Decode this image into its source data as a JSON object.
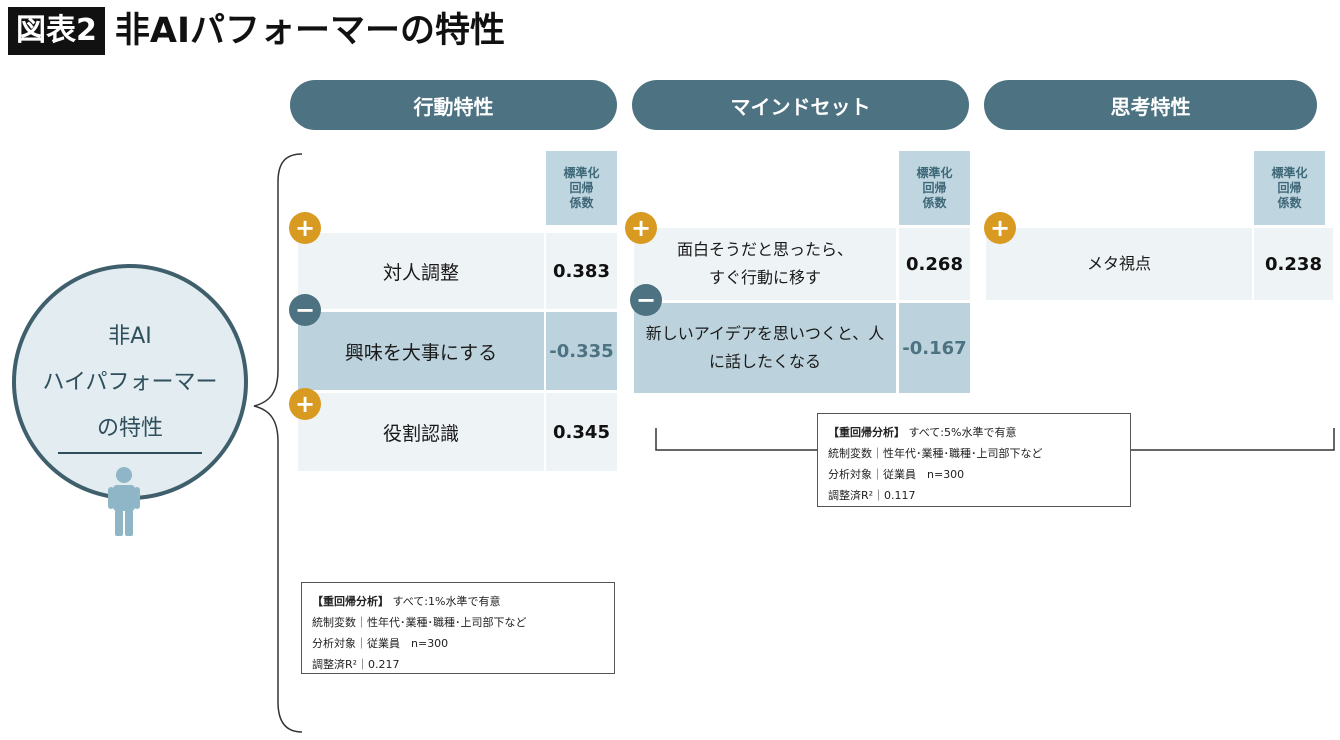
{
  "header": {
    "figure_label": "図表2",
    "title": "非AIパフォーマーの特性"
  },
  "circle": {
    "line1": "非AI",
    "line2": "ハイパフォーマー",
    "line3": "の特性",
    "icon": "person-icon"
  },
  "coef_header": {
    "line1": "標準化",
    "line2": "回帰",
    "line3": "係数"
  },
  "categories": [
    {
      "name": "行動特性",
      "rows": [
        {
          "sign": "+",
          "label": "対人調整",
          "value": "0.383"
        },
        {
          "sign": "−",
          "label": "興味を大事にする",
          "value": "-0.335"
        },
        {
          "sign": "+",
          "label": "役割認識",
          "value": "0.345"
        }
      ]
    },
    {
      "name": "マインドセット",
      "rows": [
        {
          "sign": "+",
          "label_line1": "面白そうだと思ったら、",
          "label_line2": "すぐ行動に移す",
          "value": "0.268"
        },
        {
          "sign": "−",
          "label_line1": "新しいアイデアを思いつくと、人",
          "label_line2": "に話したくなる",
          "value": "-0.167"
        }
      ]
    },
    {
      "name": "思考特性",
      "rows": [
        {
          "sign": "+",
          "label": "メタ視点",
          "value": "0.238"
        }
      ]
    }
  ],
  "notes": [
    {
      "heading": "【重回帰分析】",
      "significance": "すべて:1%水準で有意",
      "controls": "統制変数｜性年代･業種･職種･上司部下など",
      "subjects": "分析対象｜従業員　n=300",
      "r2": "調整済R²｜0.217"
    },
    {
      "heading": "【重回帰分析】",
      "significance": "すべて:5%水準で有意",
      "controls": "統制変数｜性年代･業種･職種･上司部下など",
      "subjects": "分析対象｜従業員　n=300",
      "r2": "調整済R²｜0.117"
    }
  ],
  "colors": {
    "accent": "#4d7282",
    "plus": "#d99a22",
    "negative_bg": "#bcd3dd",
    "positive_bg": "#eef3f6"
  }
}
